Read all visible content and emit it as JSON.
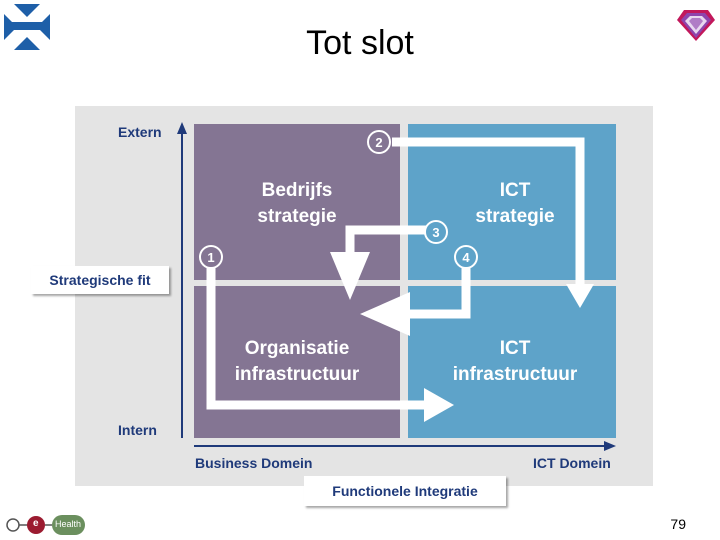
{
  "slide": {
    "title": "Tot slot",
    "page_number": "79"
  },
  "diagram": {
    "quadrants": {
      "top_left": [
        "Bedrijfs",
        "strategie"
      ],
      "top_right": [
        "ICT",
        "strategie"
      ],
      "bottom_left": [
        "Organisatie",
        "infrastructuur"
      ],
      "bottom_right": [
        "ICT",
        "infrastructuur"
      ]
    },
    "axis": {
      "top": "Extern",
      "bottom": "Intern",
      "left_domain": "Business Domein",
      "right_domain": "ICT Domein"
    },
    "side_label": "Strategische fit",
    "bottom_label": "Functionele Integratie",
    "markers": [
      "1",
      "2",
      "3",
      "4"
    ],
    "colors": {
      "business": "#847593",
      "ict": "#5ea3c9",
      "axis": "#1f3a7a",
      "arrow": "#ffffff"
    }
  },
  "logo": {
    "text": "Health",
    "letter": "e"
  },
  "icons": [
    "flag-logo-icon",
    "diamond-logo-icon"
  ]
}
